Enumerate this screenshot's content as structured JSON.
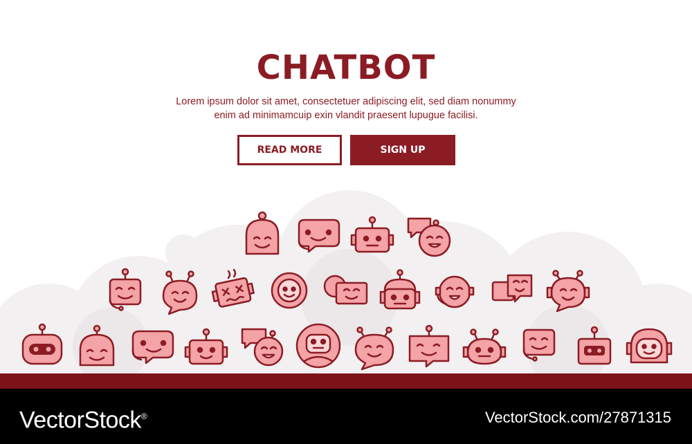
{
  "hero": {
    "title": "CHATBOT",
    "subtitle_line1": "Lorem ipsum dolor sit amet, consectetuer adipiscing elit, sed diam nonummy",
    "subtitle_line2": "enim ad minimamcuip exin vlandit praesent lupugue facilisi."
  },
  "buttons": {
    "read_more": "READ MORE",
    "sign_up": "SIGN UP"
  },
  "colors": {
    "brand": "#8b1c24",
    "icon_fill": "#f4a3a6",
    "icon_stroke": "#8b1c24",
    "cloud": "#f2eff0",
    "footer_band": "#7e1219",
    "footer_bg": "#000000"
  },
  "icons": {
    "row1": [
      "robot-head-helmet-icon",
      "chat-bubble-headset-icon",
      "robot-antenna-head-icon",
      "speech-bubble-bot-face-icon"
    ],
    "row2": [
      "robot-headset-icon",
      "bubble-antenna-bot-icon",
      "broken-robot-icon",
      "astronaut-bot-icon",
      "chat-bubble-square-bot-icon",
      "robot-cap-head-icon",
      "support-bot-face-icon",
      "double-chat-bubble-bot-icon",
      "bubble-ear-bot-icon"
    ],
    "row3": [
      "robot-visor-head-icon",
      "robot-dome-head-icon",
      "chat-bubble-mic-bot-icon",
      "robot-antenna-square-icon",
      "speech-bubble-smiling-bot-icon",
      "circle-astronaut-bot-icon",
      "bubble-antenna-face-icon",
      "square-bubble-antenna-bot-icon",
      "round-antenna-bot-icon",
      "headset-square-bot-icon",
      "visor-box-bot-icon",
      "helmet-visor-bot-icon"
    ]
  },
  "footer": {
    "brand": "VectorStock",
    "registered": "®",
    "image_id": "VectorStock.com/27871315"
  }
}
